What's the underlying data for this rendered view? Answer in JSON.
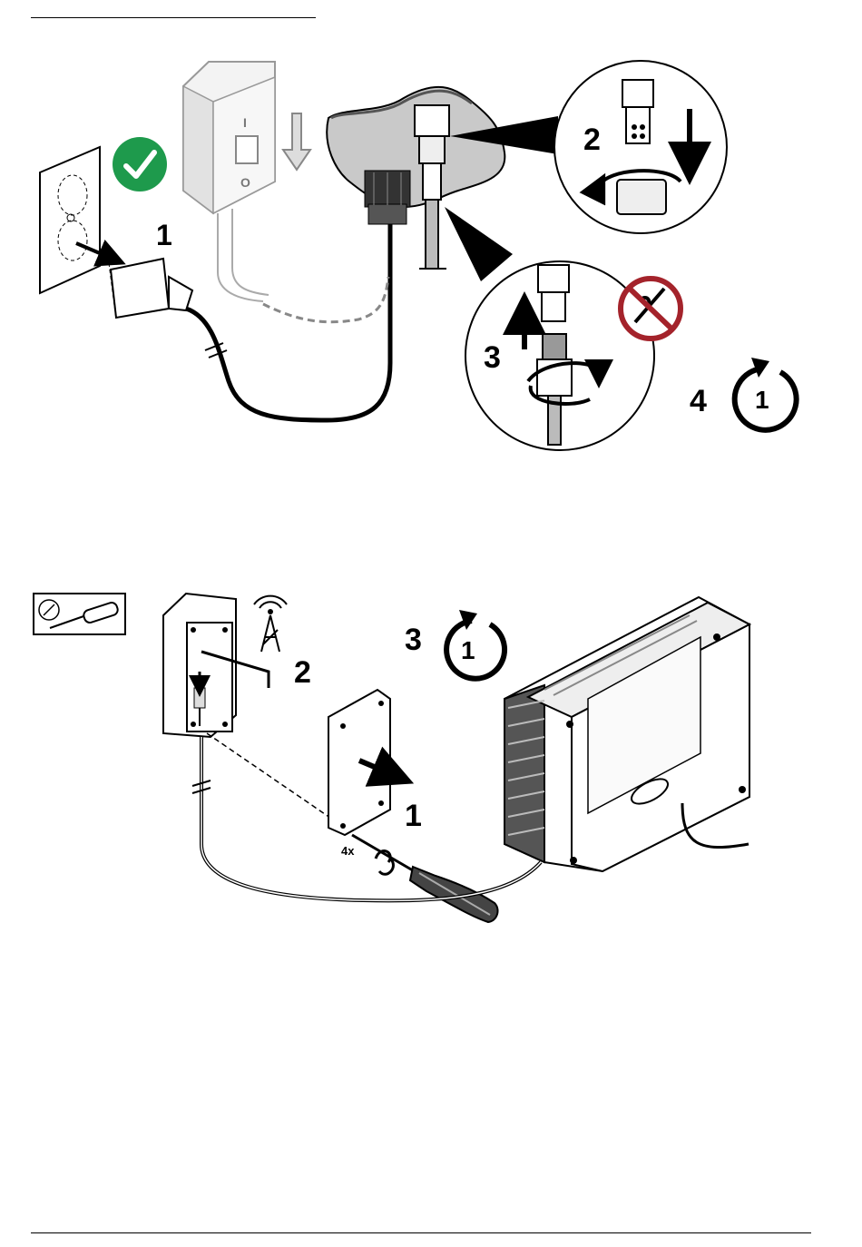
{
  "figure1": {
    "step_plug": "1",
    "step_disconnect": "2",
    "step_connect": "3",
    "step_repeat": "4",
    "switch_on": "I",
    "switch_off": "O",
    "repeat_badge": "1",
    "colors": {
      "check": "#1e9a4c",
      "prohibited": "#a4232b",
      "puddle": "#c9c9c9"
    }
  },
  "figure2": {
    "step_remove_cover": "1",
    "step_antenna": "2",
    "step_repeat": "3",
    "repeat_badge": "1",
    "screw_count": "4x"
  }
}
